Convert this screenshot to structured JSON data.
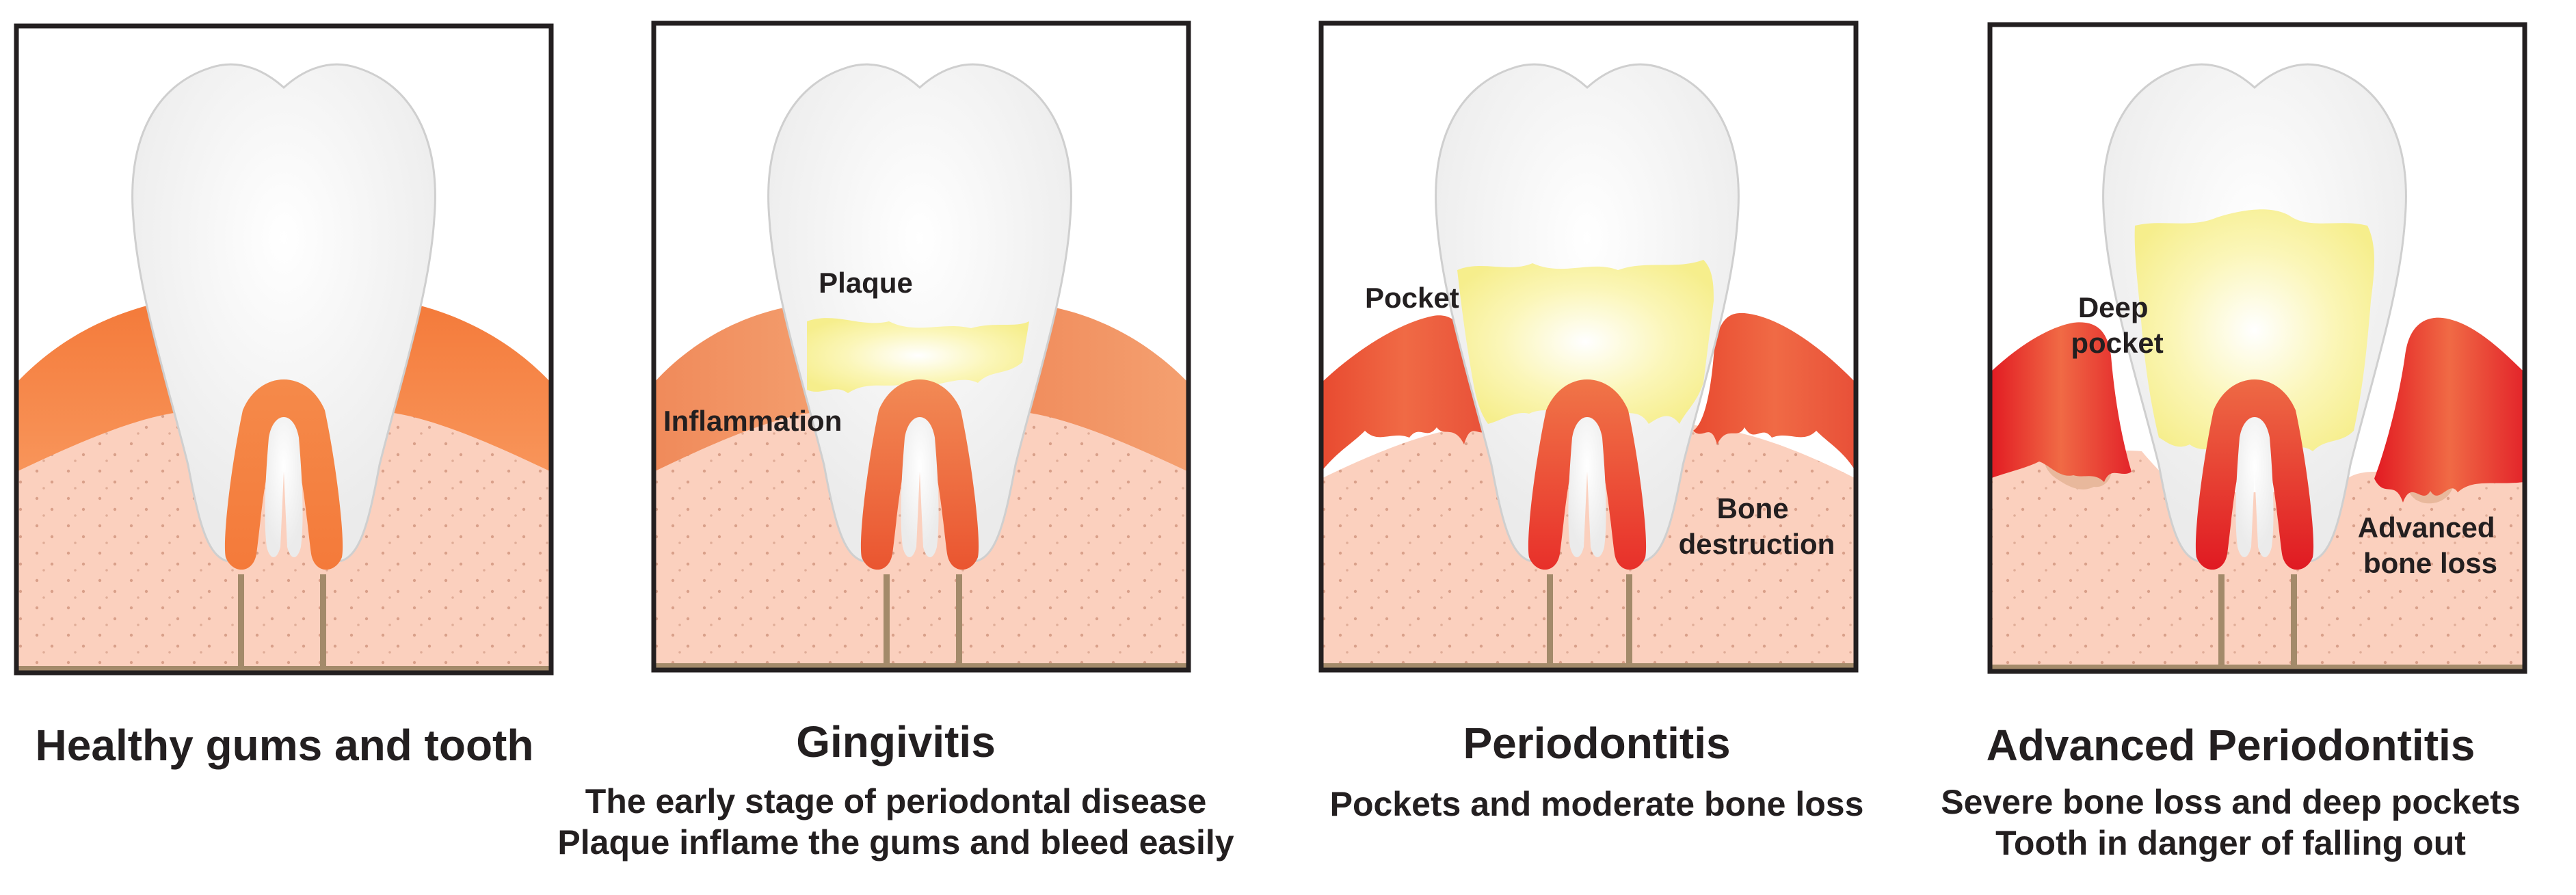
{
  "panels": [
    {
      "title": "Healthy gums and tooth",
      "subtitle_lines": [],
      "labels": []
    },
    {
      "title": "Gingivitis",
      "subtitle_lines": [
        "The early stage of periodontal disease",
        "Plaque inflame the gums and bleed easily"
      ],
      "labels": [
        {
          "lines": [
            "Plaque"
          ]
        },
        {
          "lines": [
            "Inflammation"
          ]
        }
      ]
    },
    {
      "title": "Periodontitis",
      "subtitle_lines": [
        "Pockets and moderate bone loss"
      ],
      "labels": [
        {
          "lines": [
            "Pocket"
          ]
        },
        {
          "lines": [
            "Bone",
            "destruction"
          ]
        }
      ]
    },
    {
      "title": "Advanced Periodontitis",
      "subtitle_lines": [
        "Severe bone loss and deep pockets",
        "Tooth in danger of falling out"
      ],
      "labels": [
        {
          "lines": [
            "Deep",
            "pocket"
          ]
        },
        {
          "lines": [
            "Advanced",
            "bone loss"
          ]
        }
      ]
    }
  ],
  "colors": {
    "bone": "#fbd0be",
    "gum_healthy": "#f6874a",
    "gum_inflamed": "#ee5a38",
    "gum_severe": "#e8262a",
    "tooth": "#f4f4f4",
    "plaque": "#f8f39a",
    "root_canal": "#a38a6a",
    "frame": "#231f20"
  }
}
